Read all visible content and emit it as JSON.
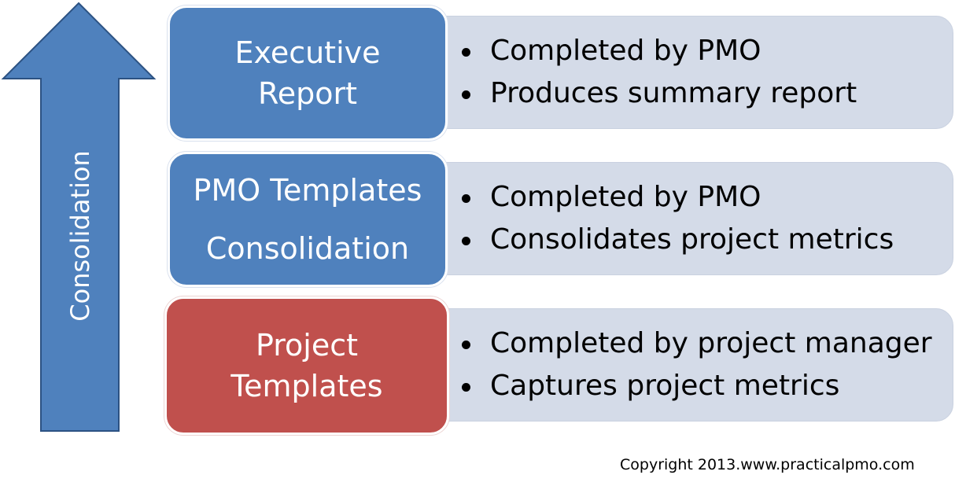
{
  "arrow": {
    "label": "Consolidation",
    "fill": "#4f81bd",
    "stroke": "#2c5283"
  },
  "levels": [
    {
      "title_lines": [
        "Executive",
        "Report"
      ],
      "color": "#4f81bd",
      "bullets": [
        "Completed by PMO",
        "Produces summary report"
      ]
    },
    {
      "title_lines": [
        "PMO Templates",
        "Consolidation"
      ],
      "color": "#4f81bd",
      "bullets": [
        "Completed by PMO",
        "Consolidates project metrics"
      ]
    },
    {
      "title_lines": [
        "Project",
        "Templates"
      ],
      "color": "#c0504d",
      "bullets": [
        "Completed by project manager",
        "Captures project metrics"
      ]
    }
  ],
  "detail_fill": "#d4dbe8",
  "copyright": "Copyright 2013.www.practicalpmo.com"
}
